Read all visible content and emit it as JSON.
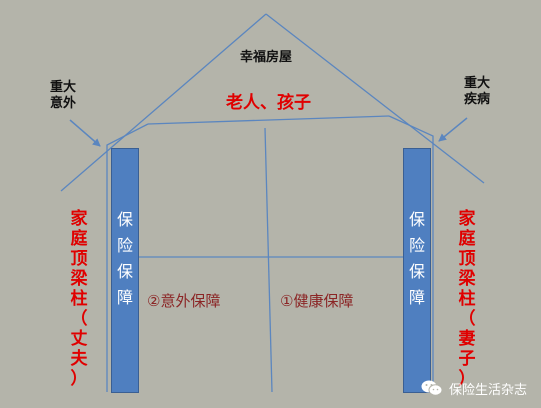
{
  "roof_title": "幸福房屋",
  "roof_beneficiaries": "老人、孩子",
  "left_risk": [
    "重大",
    "意外"
  ],
  "right_risk": [
    "重大",
    "疾病"
  ],
  "left_pillar_label": [
    "家",
    "庭",
    "顶",
    "梁",
    "柱",
    "（",
    "丈",
    "夫",
    "）"
  ],
  "right_pillar_label": [
    "家",
    "庭",
    "顶",
    "梁",
    "柱",
    "（",
    "妻",
    "子",
    "）"
  ],
  "column_text": [
    "保",
    "险",
    "保",
    "障"
  ],
  "accident_cover": "②意外保障",
  "health_cover": "①健康保障",
  "watermark": "保险生活杂志",
  "colors": {
    "background": "#b4b4aa",
    "line": "#5b86bf",
    "column": "#4f7fc0",
    "pillar_text": "#e00000",
    "cover_text": "#8b2525"
  }
}
